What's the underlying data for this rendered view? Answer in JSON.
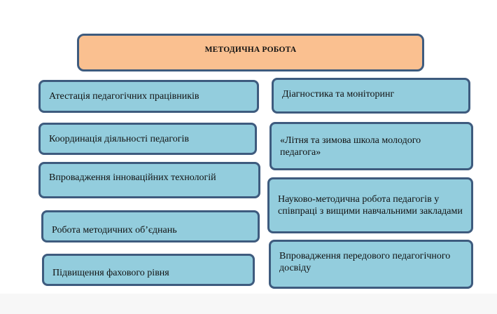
{
  "title": "МЕТОДИЧНА РОБОТА",
  "left_items": [
    "Атестація педагогічних працівників",
    "Координація діяльності педагогів",
    "Впровадження інноваційних технологій",
    "Робота методичних об’єднань",
    "Підвищення фахового рівня"
  ],
  "right_items": [
    "Діагностика  та моніторинг",
    "«Літня та зимова школа молодого педагога»",
    "Науково-методична робота педагогів у співпраці з вищими навчальними закладами",
    "Впровадження передового педагогічного досвіду"
  ],
  "colors": {
    "title_fill": "#fac090",
    "item_fill": "#93cddd",
    "border": "#3e5b7e"
  }
}
